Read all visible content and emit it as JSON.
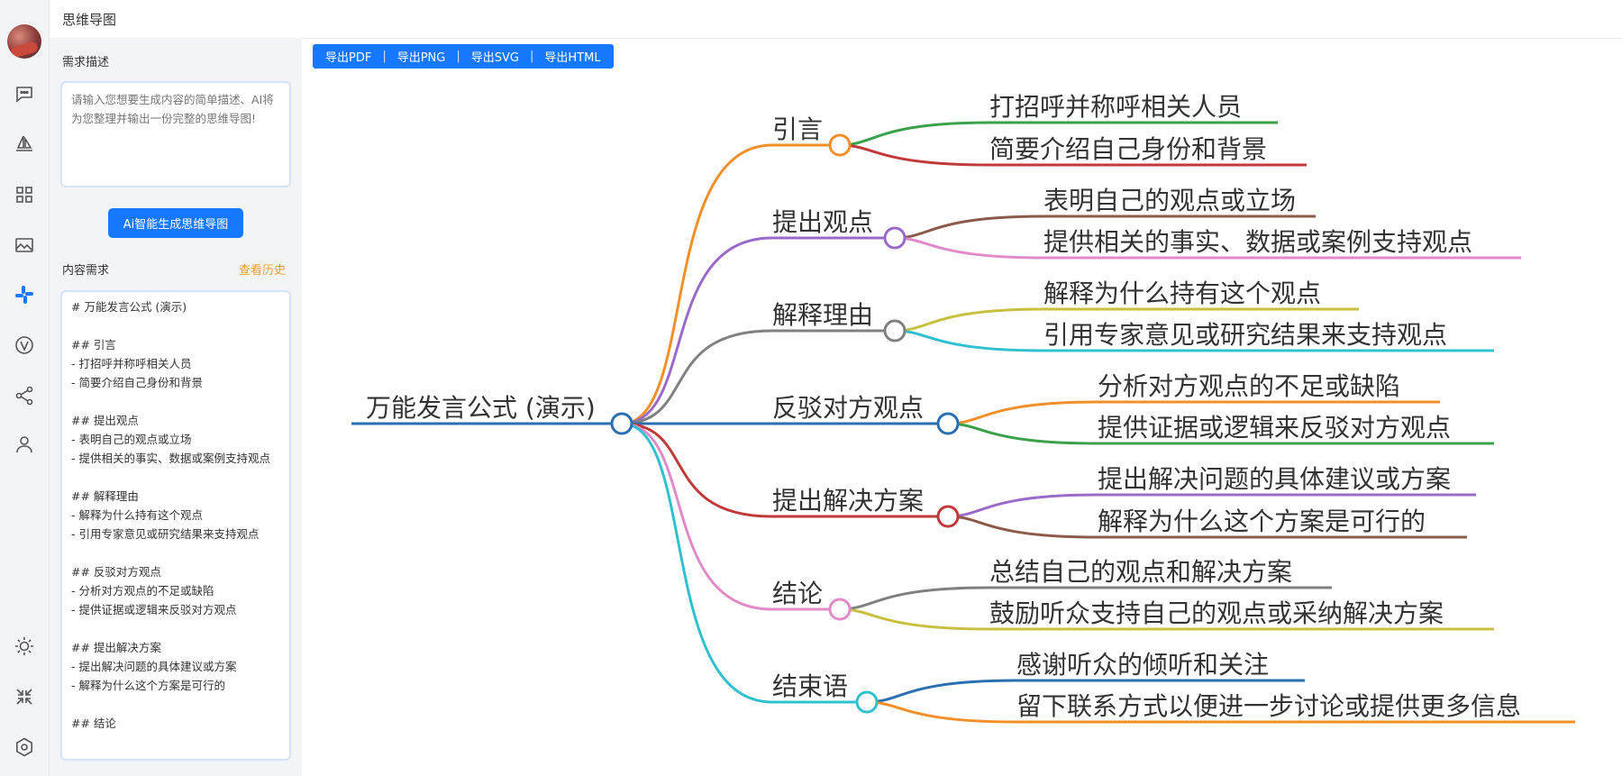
{
  "app": {
    "title": "思维导图"
  },
  "sidebar": {
    "requirement_label": "需求描述",
    "requirement_placeholder": "请输入您想要生成内容的简单描述、AI将为您整理并输出一份完整的思维导图!",
    "generate_button": "Ai智能生成思维导图",
    "content_label": "内容需求",
    "history_link": "查看历史",
    "content_text": "# 万能发言公式 (演示)\n\n## 引言\n- 打招呼并称呼相关人员\n- 简要介绍自己身份和背景\n\n## 提出观点\n- 表明自己的观点或立场\n- 提供相关的事实、数据或案例支持观点\n\n## 解释理由\n- 解释为什么持有这个观点\n- 引用专家意见或研究结果来支持观点\n\n## 反驳对方观点\n- 分析对方观点的不足或缺陷\n- 提供证据或逻辑来反驳对方观点\n\n## 提出解决方案\n- 提出解决问题的具体建议或方案\n- 解释为什么这个方案是可行的\n\n## 结论"
  },
  "export": {
    "pdf": "导出PDF",
    "png": "导出PNG",
    "svg": "导出SVG",
    "html": "导出HTML",
    "separator": "|"
  },
  "rail_icons": [
    "chat-icon",
    "sailboat-icon",
    "grid-icon",
    "image-icon",
    "slack-icon",
    "v-icon",
    "share-icon",
    "user-icon",
    "sun-icon",
    "collapse-icon",
    "settings-icon"
  ],
  "mindmap": {
    "root": {
      "label": "万能发言公式 (演示)",
      "color": "#2a6fb0"
    },
    "branches": [
      {
        "label": "引言",
        "color": "#f0902a",
        "children": [
          {
            "label": "打招呼并称呼相关人员",
            "color": "#3aa04a"
          },
          {
            "label": "简要介绍自己身份和背景",
            "color": "#c03a3a"
          }
        ]
      },
      {
        "label": "提出观点",
        "color": "#9a6ac8",
        "children": [
          {
            "label": "表明自己的观点或立场",
            "color": "#8b5a4a"
          },
          {
            "label": "提供相关的事实、数据或案例支持观点",
            "color": "#e08ac8"
          }
        ]
      },
      {
        "label": "解释理由",
        "color": "#808080",
        "children": [
          {
            "label": "解释为什么持有这个观点",
            "color": "#c8c040"
          },
          {
            "label": "引用专家意见或研究结果来支持观点",
            "color": "#30c0d0"
          }
        ]
      },
      {
        "label": "反驳对方观点",
        "color": "#2a6fb0",
        "children": [
          {
            "label": "分析对方观点的不足或缺陷",
            "color": "#f0902a"
          },
          {
            "label": "提供证据或逻辑来反驳对方观点",
            "color": "#3aa04a"
          }
        ]
      },
      {
        "label": "提出解决方案",
        "color": "#c03a3a",
        "children": [
          {
            "label": "提出解决问题的具体建议或方案",
            "color": "#9a6ac8"
          },
          {
            "label": "解释为什么这个方案是可行的",
            "color": "#8b5a4a"
          }
        ]
      },
      {
        "label": "结论",
        "color": "#e08ac8",
        "children": [
          {
            "label": "总结自己的观点和解决方案",
            "color": "#808080"
          },
          {
            "label": "鼓励听众支持自己的观点或采纳解决方案",
            "color": "#c8c040"
          }
        ]
      },
      {
        "label": "结束语",
        "color": "#30c0d0",
        "children": [
          {
            "label": "感谢听众的倾听和关注",
            "color": "#2a6fb0"
          },
          {
            "label": "留下联系方式以便进一步讨论或提供更多信息",
            "color": "#f0902a"
          }
        ]
      }
    ]
  }
}
